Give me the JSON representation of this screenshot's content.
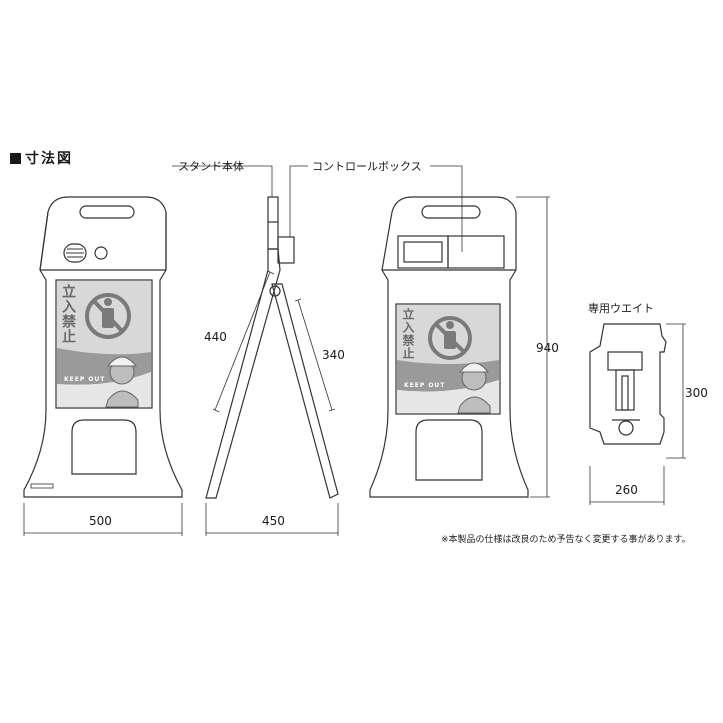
{
  "title": "寸法図",
  "callouts": {
    "stand_body": "スタンド本体",
    "control_box": "コントロールボックス",
    "weight": "専用ウエイト"
  },
  "dimensions": {
    "front_width": "500",
    "side_width": "450",
    "side_upper": "440",
    "side_lower": "340",
    "height": "940",
    "weight_height": "300",
    "weight_width": "260"
  },
  "sign": {
    "text": "立入禁止",
    "keep_out": "KEEP OUT"
  },
  "note": "※本製品の仕様は改良のため予告なく変更する事があります。",
  "colors": {
    "line": "#333333",
    "sign_gray": "#9a9a9a",
    "sign_light": "#d8d8d8",
    "prohibit": "#7a7a7a"
  }
}
